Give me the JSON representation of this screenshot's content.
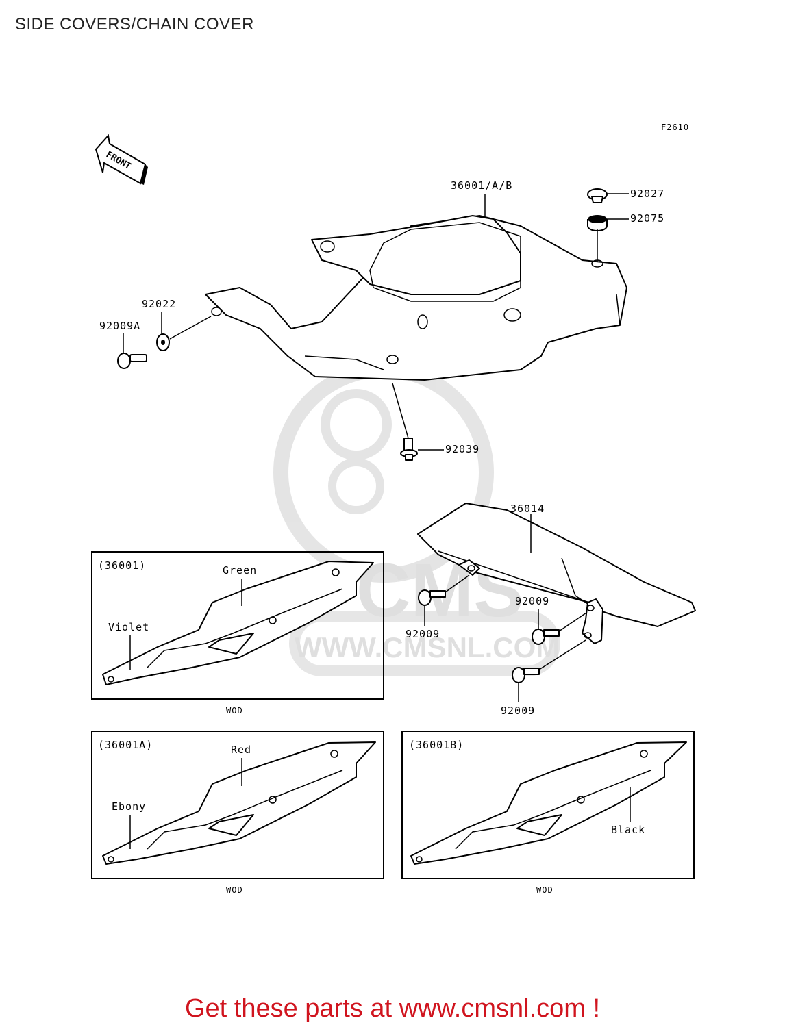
{
  "title": "SIDE COVERS/CHAIN COVER",
  "figure_code": "F2610",
  "front_label": "FRONT",
  "watermark": {
    "logo_text": "CMS",
    "url_text": "WWW.CMSNL.COM"
  },
  "part_labels": {
    "p36001ab": "36001/A/B",
    "p92027": "92027",
    "p92075": "92075",
    "p92022": "92022",
    "p92009a": "92009A",
    "p92039": "92039",
    "p36014": "36014",
    "p92009_1": "92009",
    "p92009_2": "92009",
    "p92009_3": "92009"
  },
  "variants": [
    {
      "code": "(36001)",
      "colors": [
        "Green",
        "Violet"
      ],
      "note": "WOD"
    },
    {
      "code": "(36001A)",
      "colors": [
        "Red",
        "Ebony"
      ],
      "note": "WOD"
    },
    {
      "code": "(36001B)",
      "colors": [
        "Black"
      ],
      "note": "WOD"
    }
  ],
  "promo": "Get these parts at www.cmsnl.com !",
  "colors": {
    "promo": "#d0141e",
    "watermark": "#dcdcdc",
    "line": "#000000"
  }
}
